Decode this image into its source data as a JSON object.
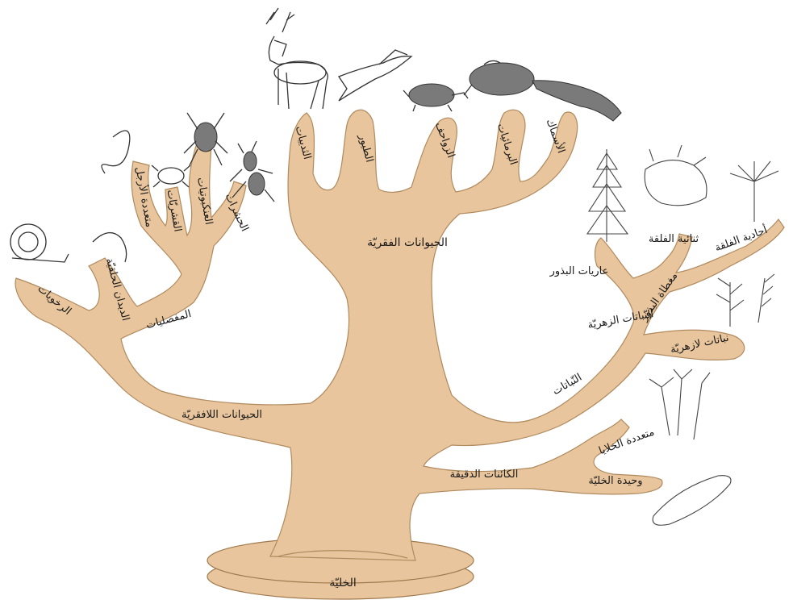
{
  "labels": {
    "cell": "الخليّة",
    "microorganisms": "الكائنات الدقيقة",
    "unicellular": "وحيدة الخليّة",
    "multicellular": "متعددة الخلايا",
    "plants": "النّباتات",
    "nonflowering": "نباتات لازهريّة",
    "flowering": "النّباتات الزهريّة",
    "angiosperms": "مغطاة البذور",
    "gymnosperms": "عاريات البذور",
    "dicots": "ثنائية الفلقة",
    "monocots": "أحادية الفلقة",
    "invertebrates": "الحيوانات اللافقريّة",
    "vertebrates": "الحيوانات الفقريّة",
    "mollusks": "الرخويات",
    "annelids": "الديدان الحلقيّة",
    "arthropods": "المفصليات",
    "myriapods": "متعددة الأرجل",
    "crustaceans": "القشريّات",
    "arachnids": "العنكبوتيات",
    "insects": "الحشرات",
    "mammals": "الثدييات",
    "birds": "الطيور",
    "reptiles": "الزواحف",
    "amphibians": "البرمائيات",
    "fish": "الأسماك"
  }
}
